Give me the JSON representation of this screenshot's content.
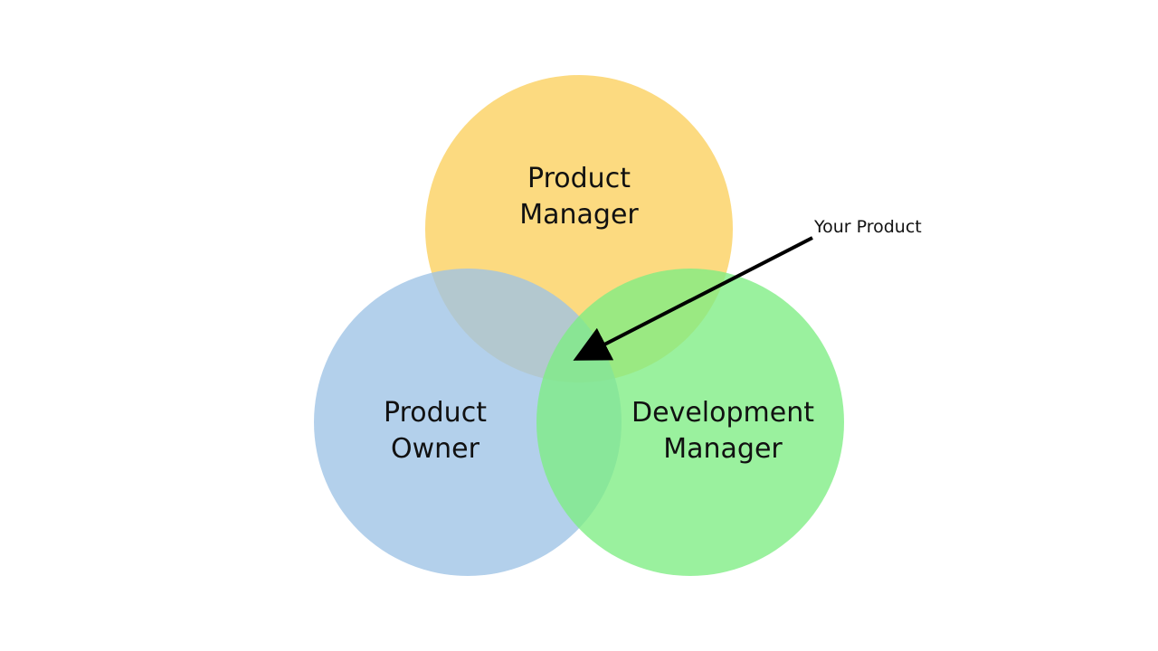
{
  "diagram": {
    "circles": [
      {
        "id": "product-manager",
        "lines": [
          "Product",
          "Manager"
        ],
        "color": "#fcd46a"
      },
      {
        "id": "product-owner",
        "lines": [
          "Product",
          "Owner"
        ],
        "color": "#9dc3e6"
      },
      {
        "id": "development-manager",
        "lines": [
          "Development",
          "Manager"
        ],
        "color": "#7ded83"
      }
    ],
    "callout": {
      "text": "Your Product"
    }
  }
}
